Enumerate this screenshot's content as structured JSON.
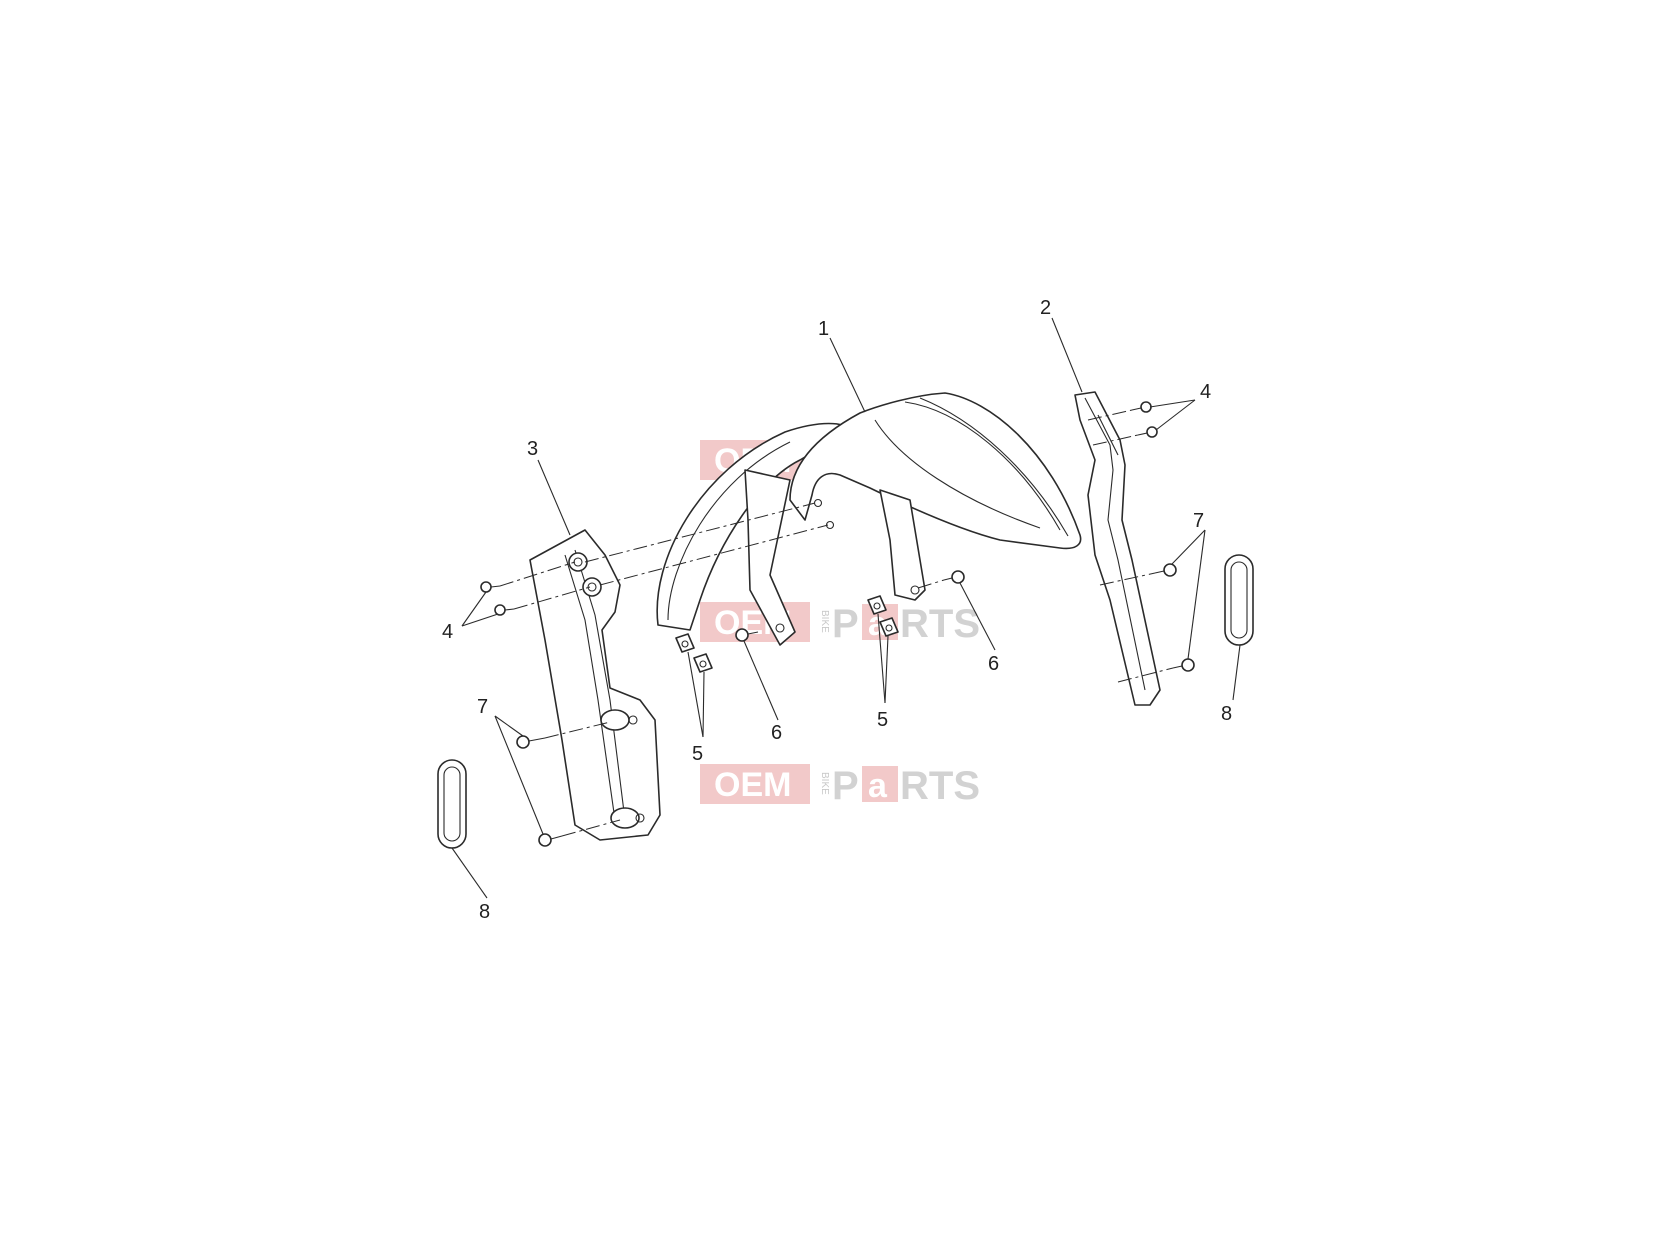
{
  "diagram": {
    "callouts": [
      "1",
      "2",
      "3",
      "4",
      "4",
      "5",
      "5",
      "6",
      "6",
      "7",
      "7",
      "8",
      "8"
    ],
    "watermark": {
      "oem": "OEM",
      "bike": "BIKE",
      "p": "P",
      "a": "a",
      "rts": "RTS"
    },
    "colors": {
      "line": "#2b2b2b",
      "watermark_pink": "#f2c9c9",
      "watermark_grey": "#d2d2d2"
    }
  }
}
